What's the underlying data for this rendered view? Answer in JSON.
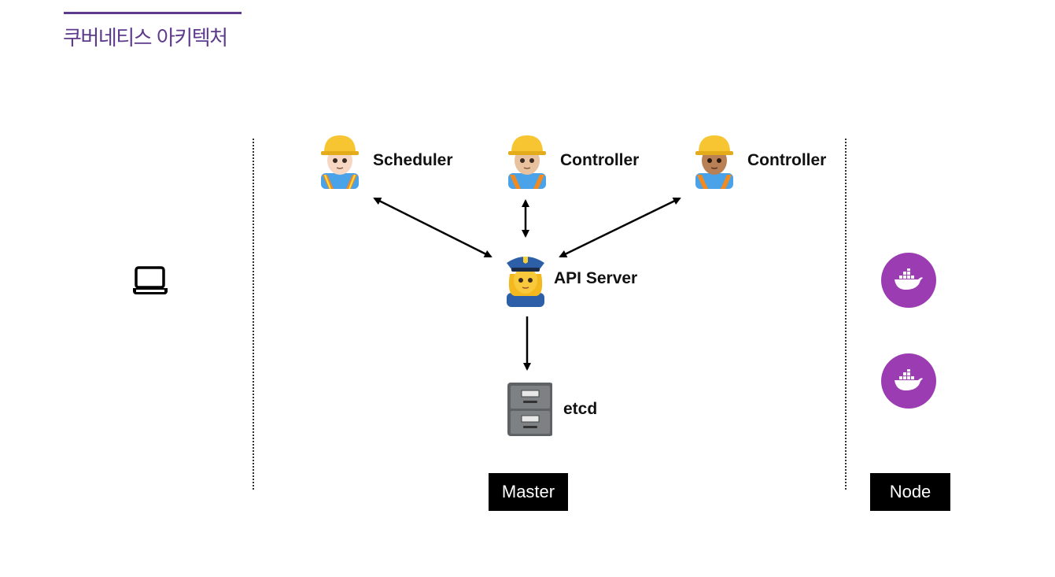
{
  "header": {
    "title": "쿠버네티스 아키텍처",
    "accent_color": "#5e3a8c"
  },
  "client": {
    "icon": "laptop-icon"
  },
  "master": {
    "components": [
      {
        "id": "scheduler",
        "label": "Scheduler",
        "icon": "construction-worker-icon",
        "skin": "#f6d7c3"
      },
      {
        "id": "controller-1",
        "label": "Controller",
        "icon": "construction-worker-icon",
        "skin": "#e8c19f"
      },
      {
        "id": "controller-2",
        "label": "Controller",
        "icon": "construction-worker-icon",
        "skin": "#b97f55"
      }
    ],
    "api_server": {
      "label": "API Server",
      "icon": "police-officer-icon"
    },
    "etcd": {
      "label": "etcd",
      "icon": "file-cabinet-icon"
    },
    "tag": "Master"
  },
  "node": {
    "tag": "Node",
    "containers": [
      {
        "icon": "docker-icon"
      },
      {
        "icon": "docker-icon"
      }
    ],
    "docker_color": "#9b3cb3"
  },
  "connections": [
    {
      "from": "scheduler",
      "to": "api-server",
      "direction": "both"
    },
    {
      "from": "controller-1",
      "to": "api-server",
      "direction": "both"
    },
    {
      "from": "controller-2",
      "to": "api-server",
      "direction": "both"
    },
    {
      "from": "api-server",
      "to": "etcd",
      "direction": "forward"
    }
  ]
}
